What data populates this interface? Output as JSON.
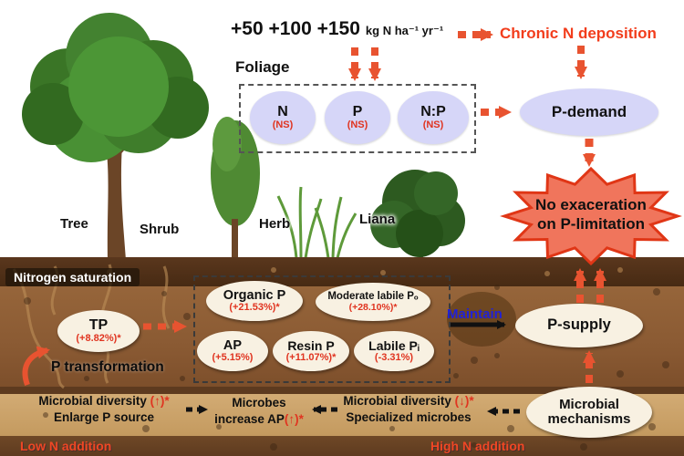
{
  "colors": {
    "accent_red": "#e8482c",
    "lavender": "#d6d6f8",
    "cream": "#f8f1e2",
    "maintain_blue": "#2121d6",
    "soil_dark": "#4f3018",
    "soil_mid": "#8f5e33",
    "soil_light": "#c9a369"
  },
  "header": {
    "doses": "+50 +100 +150",
    "doses_unit": "kg N ha⁻¹ yr⁻¹",
    "chronic_label": "Chronic N deposition"
  },
  "foliage": {
    "title": "Foliage",
    "items": [
      {
        "label": "N",
        "value": "(NS)"
      },
      {
        "label": "P",
        "value": "(NS)"
      },
      {
        "label": "N:P",
        "value": "(NS)"
      }
    ],
    "p_demand": "P-demand"
  },
  "starburst": {
    "line1": "No exaceration",
    "line2": "on P-limitation"
  },
  "plants": {
    "tree": "Tree",
    "shrub": "Shrub",
    "herb": "Herb",
    "liana": "Liana"
  },
  "soil": {
    "nitrogen_saturation": "Nitrogen saturation",
    "tp": {
      "label": "TP",
      "value": "(+8.82%)*"
    },
    "p_transformation": "P transformation",
    "pools_top": [
      {
        "label": "Organic P",
        "value": "(+21.53%)*"
      },
      {
        "label": "Moderate labile Pₒ",
        "value": "(+28.10%)*"
      }
    ],
    "pools_bottom": [
      {
        "label": "AP",
        "value": "(+5.15%)"
      },
      {
        "label": "Resin P",
        "value": "(+11.07%)*"
      },
      {
        "label": "Labile Pᵢ",
        "value": "(-3.31%)"
      }
    ],
    "maintain": "Maintain",
    "p_supply": "P-supply"
  },
  "microbial": {
    "left": {
      "line1": "Microbial diversity",
      "arrow1": "(↑)*",
      "line2": "Enlarge P source"
    },
    "mid": {
      "line1": "Microbes",
      "line2": "increase AP",
      "arrow": "(↑)*"
    },
    "right": {
      "line1": "Microbial diversity",
      "arrow1": "(↓)*",
      "line2": "Specialized microbes"
    },
    "mechanisms": {
      "line1": "Microbial",
      "line2": "mechanisms"
    }
  },
  "footer": {
    "low": "Low N addition",
    "high": "High N addition"
  }
}
